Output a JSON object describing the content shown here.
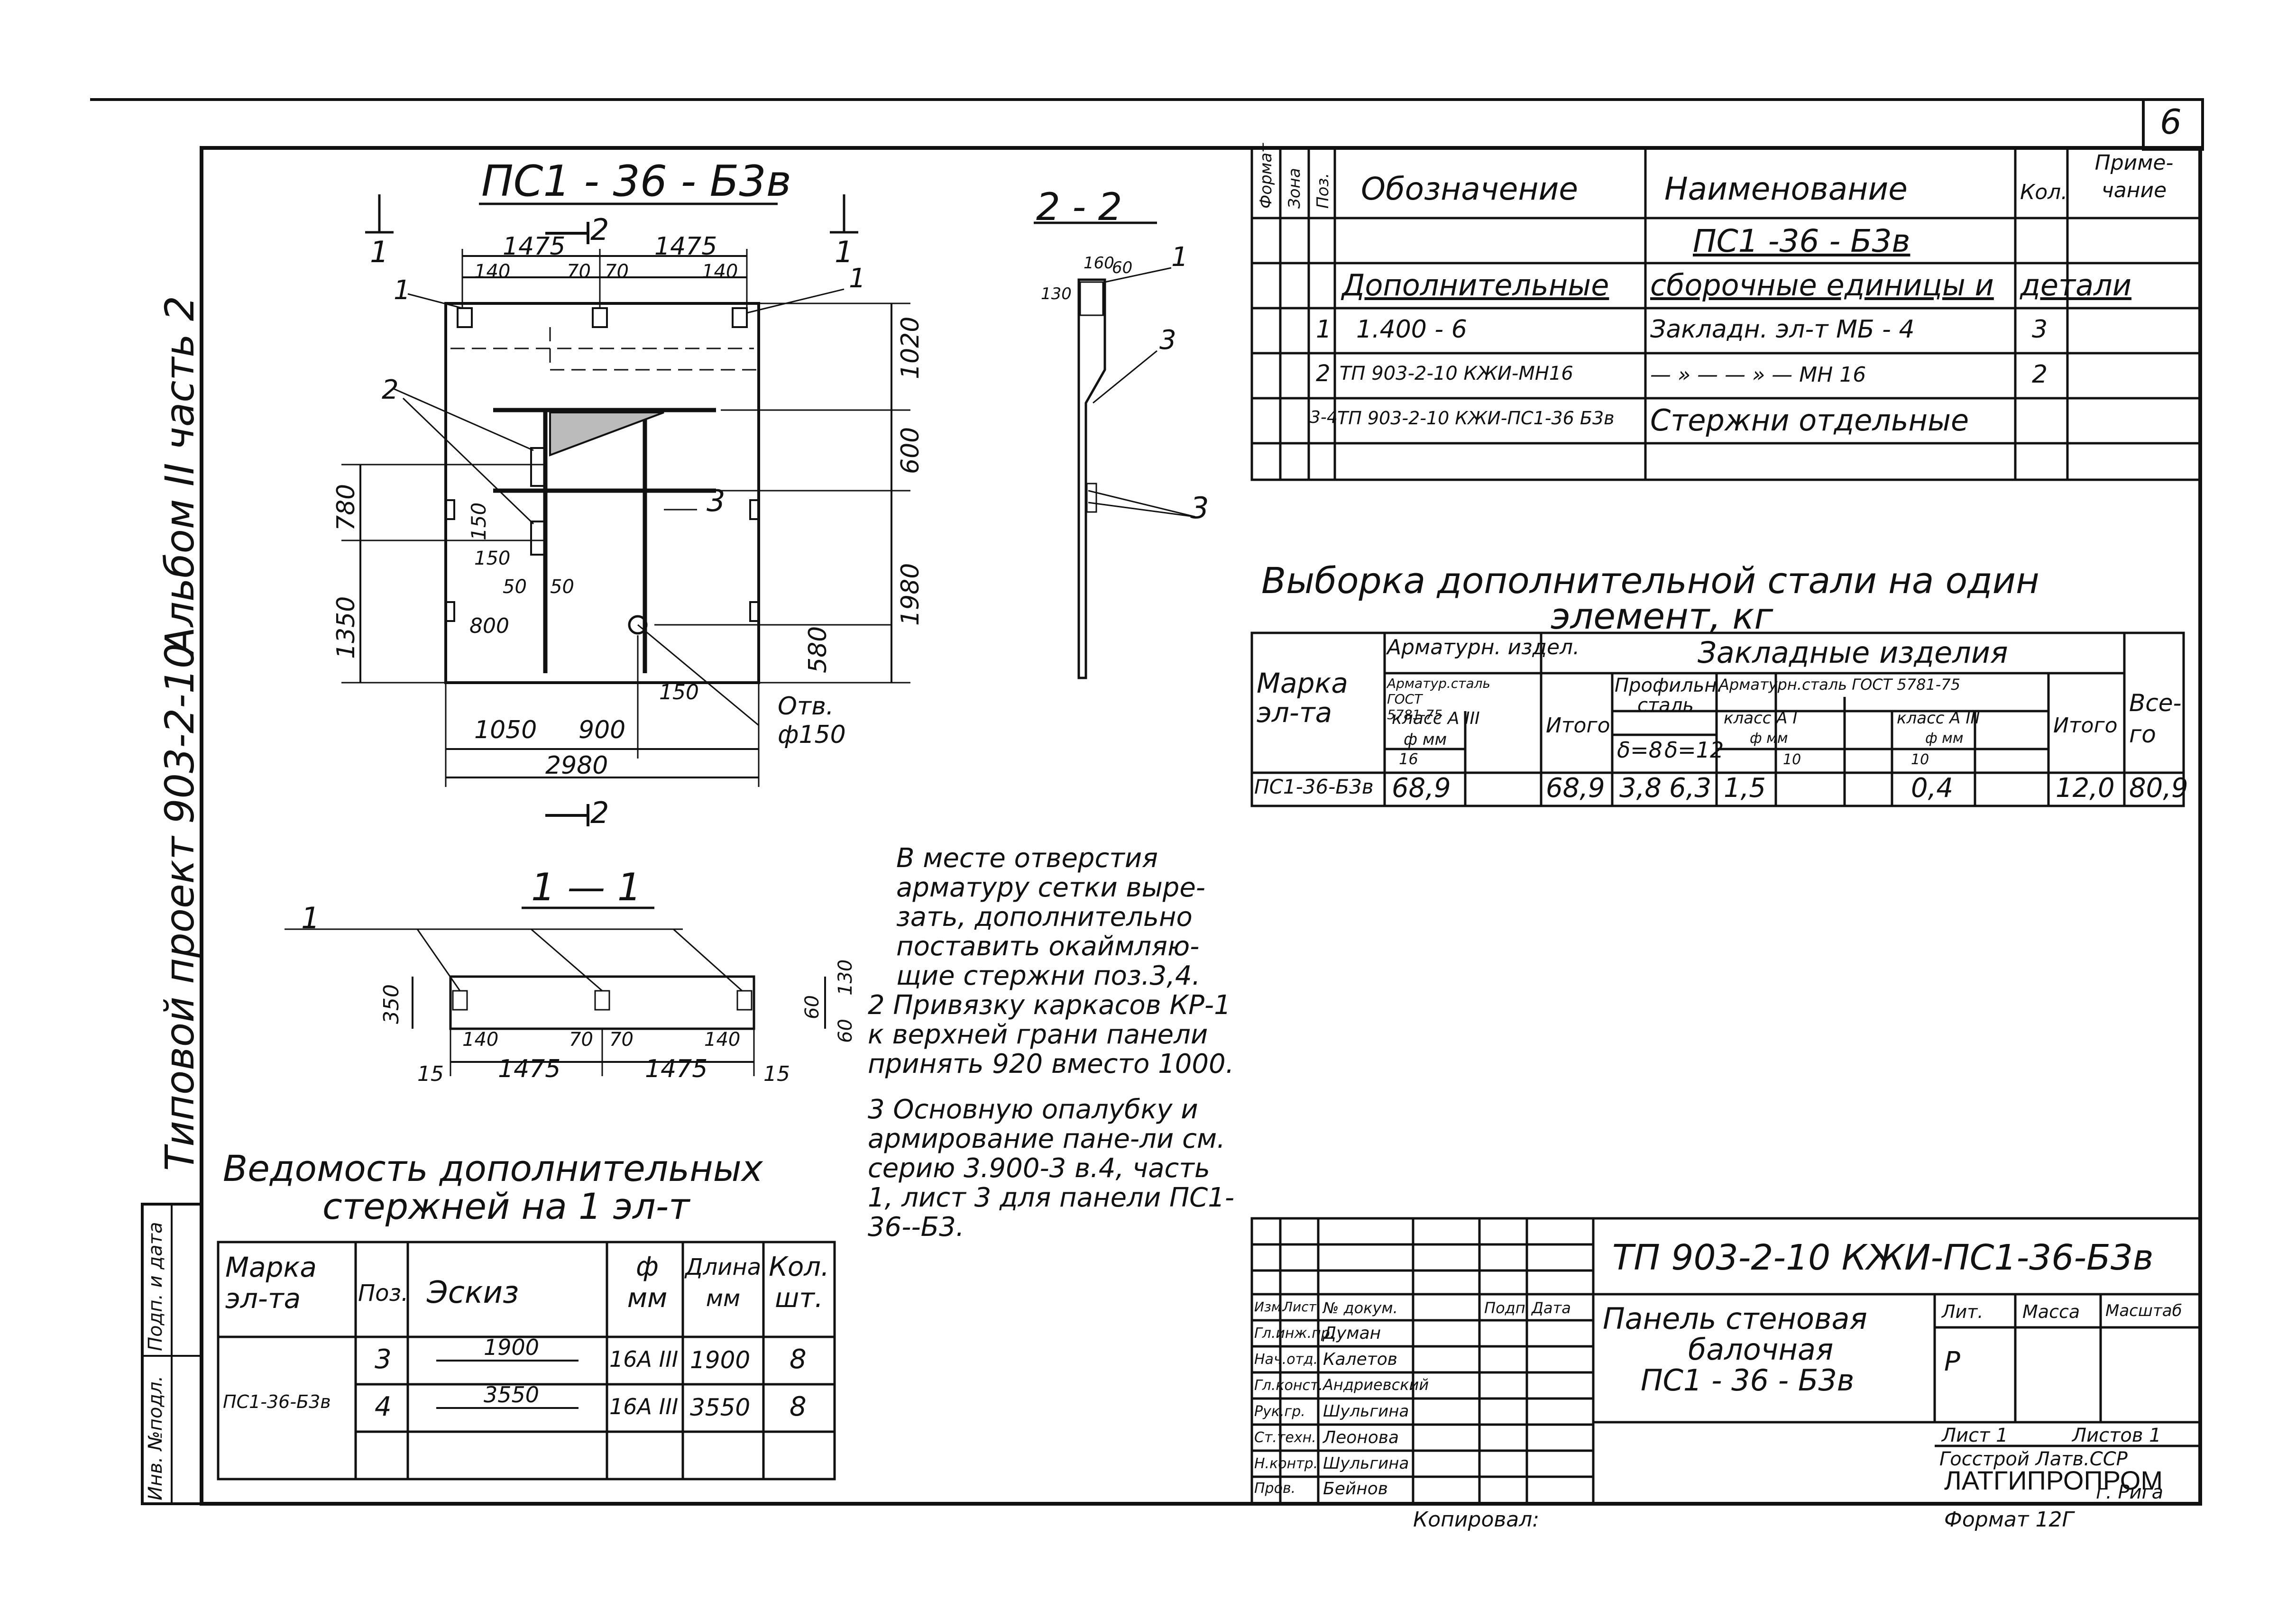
{
  "page_number": "6",
  "side_caption": {
    "album": "Альбом II часть 2",
    "project": "Типовой проект 903-2-10"
  },
  "stamp_left": {
    "inv": "Инв. №подл.",
    "sign": "Подп. и дата"
  },
  "main_view": {
    "title": "ПС1 - 36 - Б3в",
    "cut_1": "1",
    "cut_2": "2",
    "dims_top": [
      "1475",
      "1475",
      "140",
      "70",
      "70",
      "140"
    ],
    "dims_right": [
      "1020",
      "600",
      "1980",
      "580"
    ],
    "dims_left": [
      "780",
      "150",
      "1350",
      "150",
      "50",
      "800",
      "50"
    ],
    "dims_bottom": [
      "1050",
      "900",
      "2980",
      "150"
    ],
    "callouts": [
      "1",
      "1",
      "2",
      "3"
    ],
    "hole_label": "Отв.",
    "hole_dia": "ф150"
  },
  "section_22": {
    "title": "2 - 2",
    "dims": [
      "160",
      "60",
      "130"
    ],
    "callouts": [
      "1",
      "3",
      "3"
    ]
  },
  "section_11": {
    "title": "1 — 1",
    "callout": "1",
    "dims": [
      "350",
      "140",
      "70",
      "70",
      "140",
      "15",
      "1475",
      "1475",
      "15",
      "130",
      "60",
      "60"
    ]
  },
  "spec_table": {
    "headers": [
      "Формат",
      "Зона",
      "Поз.",
      "Обозначение",
      "Наименование",
      "Кол.",
      "Приме-чание"
    ],
    "subtitle": "ПС1 -36 - Б3в",
    "section_row": [
      "Дополнительные",
      "сборочные единицы и",
      "детали"
    ],
    "rows": [
      {
        "pos": "1",
        "designation": "1.400 - 6",
        "name": "Закладн. эл-т    МБ - 4",
        "qty": "3"
      },
      {
        "pos": "2",
        "designation": "ТП 903-2-10    КЖИ-МН16",
        "name": "— » —    — » —    МН 16",
        "qty": "2"
      },
      {
        "pos": "3-4",
        "designation": "ТП 903-2-10  КЖИ-ПС1-36 Б3в",
        "name": "Стержни  отдельные",
        "qty": ""
      }
    ]
  },
  "steel_table": {
    "title_line1": "Выборка дополнительной стали на один",
    "title_line2": "элемент, кг",
    "h_marka": "Марка эл-та",
    "h_arm": "Арматурн. издел.",
    "h_arm_sub": "Арматур.сталь ГОСТ 5781-75",
    "h_arm_class": "класс А III",
    "h_arm_d": "ф мм",
    "h_arm_16": "16",
    "h_itogo": "Итого",
    "h_zakl": "Закладные изделия",
    "h_prof": "Профильн. сталь",
    "h_d8": "δ=8",
    "h_d12": "δ=12",
    "h_armst": "Арматурн.сталь ГОСТ 5781-75",
    "h_kl1": "класс А I",
    "h_kl3": "класс А III",
    "h_fmm": "ф мм",
    "h_10a": "10",
    "h_10b": "10",
    "h_vsego": "Все-го",
    "row": [
      "ПС1-36-Б3в",
      "68,9",
      "",
      "68,9",
      "3,8",
      "6,3",
      "1,5",
      "",
      "0,4",
      "",
      "12,0",
      "80,9"
    ]
  },
  "notes": [
    "В месте отверстия арматуру сетки выре-зать, дополнительно поставить окаймляю-щие стержни поз.3,4.",
    "2  Привязку каркасов КР-1 к верхней грани панели принять 920 вместо 1000.",
    "3  Основную опалубку и армирование пане-ли см. серию 3.900-3 в.4, часть 1, лист 3 для панели ПС1-36--Б3."
  ],
  "rods_table": {
    "title_line1": "Ведомость дополнительных",
    "title_line2": "стержней на 1 эл-т",
    "headers": [
      "Марка эл-та",
      "Поз.",
      "Эскиз",
      "ф мм",
      "Длина мм",
      "Кол. шт."
    ],
    "mark": "ПС1-36-Б3в",
    "rows": [
      {
        "pos": "3",
        "sketch": "1900",
        "dia": "16А III",
        "len": "1900",
        "qty": "8"
      },
      {
        "pos": "4",
        "sketch": "3550",
        "dia": "16А III",
        "len": "3550",
        "qty": "8"
      }
    ]
  },
  "title_block": {
    "code": "ТП 903-2-10   КЖИ-ПС1-36-Б3в",
    "name_line1": "Панель стеновая",
    "name_line2": "балочная",
    "name_line3": "ПС1 - 36 - Б3в",
    "col_heads": [
      "Изм.",
      "Лист",
      "№ докум.",
      "Подп.",
      "Дата"
    ],
    "staff": [
      [
        "Гл.инж.пр.",
        "Думан"
      ],
      [
        "Нач.отд.",
        "Калетов"
      ],
      [
        "Гл.конст.",
        "Андриевский"
      ],
      [
        "Рук.гр.",
        "Шульгина"
      ],
      [
        "Ст.техн.",
        "Леонова"
      ],
      [
        "Н.контр.",
        "Шульгина"
      ],
      [
        "Пров.",
        "Бейнов"
      ]
    ],
    "lit_head": [
      "Лит.",
      "Масса",
      "Масштаб"
    ],
    "lit": "Р",
    "sheet": "Лист 1",
    "sheets": "Листов 1",
    "org1": "Госстрой Латв.ССР",
    "org2": "ЛАТГИПРОПРОМ",
    "org3": "г. Рига",
    "copied": "Копировал:",
    "format": "Формат  12Г"
  }
}
